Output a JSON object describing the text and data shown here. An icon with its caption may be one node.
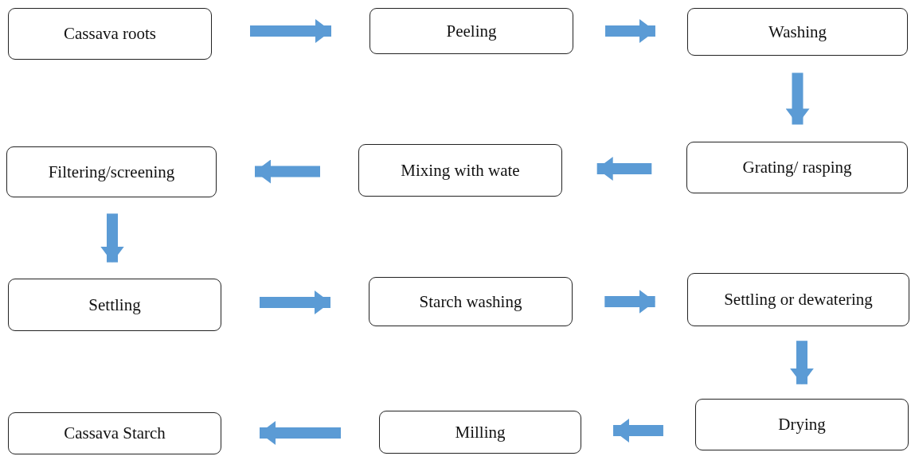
{
  "diagram": {
    "nodes": [
      {
        "text": [
          "Cassava roots"
        ]
      },
      {
        "text": [
          "Peeling"
        ]
      },
      {
        "text": [
          "Washing"
        ]
      },
      {
        "text": [
          "Grating/ rasping"
        ]
      },
      {
        "text": [
          "Mixing with wate"
        ]
      },
      {
        "text": [
          "Filtering/screening"
        ]
      },
      {
        "text": [
          "Settling"
        ]
      },
      {
        "text": [
          "Starch washing"
        ]
      },
      {
        "text": [
          "Settling or dewatering"
        ]
      },
      {
        "text": [
          "Drying"
        ]
      },
      {
        "text": [
          "Milling"
        ]
      },
      {
        "text": [
          "Cassava Starch"
        ]
      }
    ],
    "edges": [
      {
        "from": 0,
        "to": 1,
        "arrow": "to"
      },
      {
        "from": 1,
        "to": 2,
        "arrow": "to"
      },
      {
        "from": 2,
        "to": 3,
        "arrow": "to"
      },
      {
        "from": 3,
        "to": 4,
        "arrow": "to"
      },
      {
        "from": 4,
        "to": 5,
        "arrow": "to"
      },
      {
        "from": 5,
        "to": 6,
        "arrow": "to"
      },
      {
        "from": 6,
        "to": 7,
        "arrow": "to"
      },
      {
        "from": 7,
        "to": 8,
        "arrow": "to"
      },
      {
        "from": 8,
        "to": 9,
        "arrow": "to"
      },
      {
        "from": 9,
        "to": 10,
        "arrow": "to"
      },
      {
        "from": 10,
        "to": 11,
        "arrow": "to"
      }
    ]
  }
}
